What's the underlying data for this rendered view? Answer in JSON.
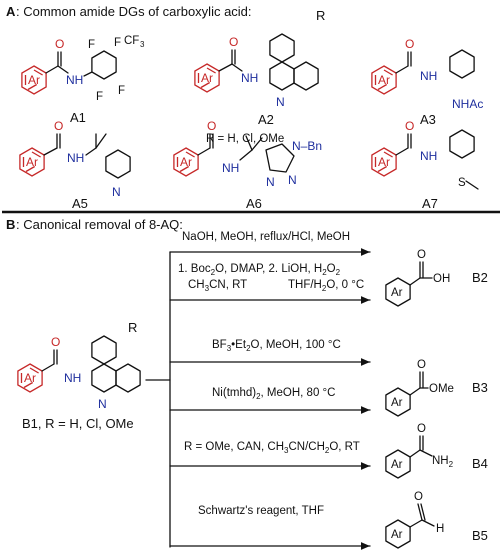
{
  "panel_a": {
    "letter": "A",
    "title": ": Common amide DGs of carboxylic acid:",
    "compounds": [
      "A1",
      "A2",
      "A3",
      "A5",
      "A6",
      "A7"
    ],
    "a2_r_note": "R = H, Cl, OMe",
    "atoms": {
      "ar": "Ar",
      "o": "O",
      "n": "N",
      "nh": "NH",
      "h": "H",
      "f": "F",
      "cf3": "CF",
      "cf3_sub": "3",
      "r": "R",
      "nhac": "NHAc",
      "n_bn": "N–Bn",
      "s": "S"
    }
  },
  "panel_b": {
    "letter": "B",
    "title": ": Canonical removal of 8-AQ:",
    "start": "B1, R = H, Cl, OMe",
    "cond1": "NaOH, MeOH, reflux/HCl, MeOH",
    "cond2_a": "1. Boc",
    "cond2_a2": "O, DMAP,  2. LiOH, H",
    "cond2_a3": "O",
    "cond2_b": "CH",
    "cond2_b2": "CN, RT",
    "cond2_c": "THF/H",
    "cond2_c2": "O, 0 °C",
    "cond3_a": "BF",
    "cond3_b": "•Et",
    "cond3_c": "O, MeOH, 100 °C",
    "cond4_a": "Ni(tmhd)",
    "cond4_b": ", MeOH, 80 °C",
    "cond5_a": "R = OMe, CAN, CH",
    "cond5_b": "CN/CH",
    "cond5_c": "O, RT",
    "cond6": "Schwartz's reagent, THF",
    "sub2": "2",
    "sub3": "3",
    "products": {
      "b2": "B2",
      "b3": "B3",
      "b4": "B4",
      "b5": "B5"
    },
    "groups": {
      "oh": "OH",
      "ome": "OMe",
      "nh2": "NH",
      "h": "H"
    }
  }
}
